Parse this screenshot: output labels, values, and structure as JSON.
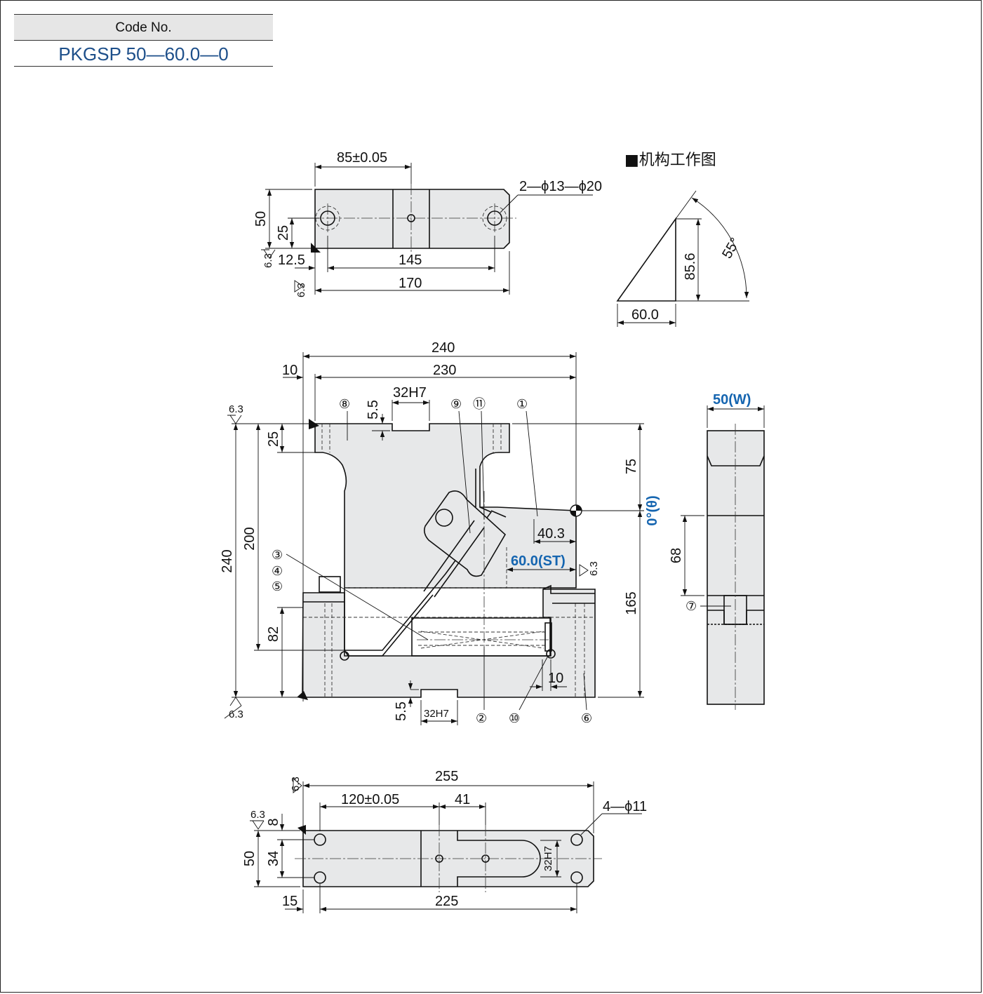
{
  "header": {
    "code_label": "Code No.",
    "code_value": "PKGSP 50—60.0—0"
  },
  "top_view": {
    "dim_85": "85±0.05",
    "dim_50": "50",
    "dim_25": "25",
    "dim_12_5": "12.5",
    "dim_145": "145",
    "dim_170": "170",
    "hole_callout": "2—ϕ13—ϕ20",
    "roughness": "6.3"
  },
  "mechanism": {
    "title": "■机构工作图",
    "dim_85_6": "85.6",
    "dim_60_0": "60.0",
    "angle": "55°"
  },
  "front_view": {
    "dim_240_top": "240",
    "dim_10": "10",
    "dim_230": "230",
    "dim_32h7_top": "32H7",
    "dim_5_5_top": "5.5",
    "dim_25": "25",
    "dim_200": "200",
    "dim_240_left": "240",
    "dim_82": "82",
    "dim_75": "75",
    "dim_165": "165",
    "dim_40_3": "40.3",
    "stroke": "60.0",
    "stroke_suffix": "(ST)",
    "angle_label": "0°(θ)",
    "dim_10_bottom": "10",
    "dim_5_5_bottom": "5.5",
    "dim_32h7_bottom": "32H7",
    "roughness": "6.3",
    "parts": {
      "p1": "①",
      "p2": "②",
      "p3": "③",
      "p4": "④",
      "p5": "⑤",
      "p6": "⑥",
      "p8": "⑧",
      "p9": "⑨",
      "p10": "⑩",
      "p11": "⑪"
    }
  },
  "side_view": {
    "width": "50",
    "width_suffix": "(W)",
    "dim_68": "68",
    "part7": "⑦"
  },
  "bottom_view": {
    "dim_255": "255",
    "dim_120": "120±0.05",
    "dim_41": "41",
    "dim_8": "8",
    "dim_34": "34",
    "dim_50": "50",
    "dim_32h7": "32H7",
    "dim_15": "15",
    "dim_225": "225",
    "hole_callout": "4—ϕ11",
    "roughness": "6.3"
  }
}
